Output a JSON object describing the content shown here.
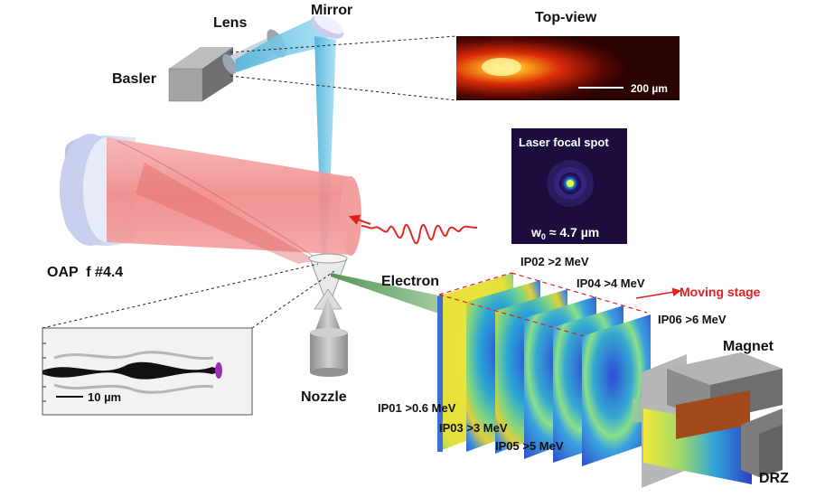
{
  "labels": {
    "lens": "Lens",
    "mirror": "Mirror",
    "basler": "Basler",
    "top_view": "Top-view",
    "scale_top": "200 µm",
    "laser_focal_spot": "Laser focal spot",
    "w0_symbol": "w",
    "w0_sub": "0",
    "w0_value": " ≈ 4.7 µm",
    "oap": "OAP  f #4.4",
    "electron": "Electron",
    "moving_stage": "Moving stage",
    "magnet": "Magnet",
    "nozzle": "Nozzle",
    "drz": "DRZ",
    "scale_sim": "10 µm"
  },
  "image_plates": [
    {
      "id": "IP01",
      "label": "IP01 >0.6 MeV"
    },
    {
      "id": "IP02",
      "label": "IP02 >2 MeV"
    },
    {
      "id": "IP03",
      "label": "IP03 >3 MeV"
    },
    {
      "id": "IP04",
      "label": "IP04 >4 MeV"
    },
    {
      "id": "IP05",
      "label": "IP05 >5 MeV"
    },
    {
      "id": "IP06",
      "label": "IP06 >6 MeV"
    }
  ],
  "colors": {
    "laser_beam": "#f08a8a",
    "probe_beam": "#6cc4e6",
    "electron_beam": "#7fb27f",
    "moving_stage_arrow": "#e02020",
    "plate_blue": "#2f4fd8",
    "plate_yellow": "#e6e63a"
  }
}
